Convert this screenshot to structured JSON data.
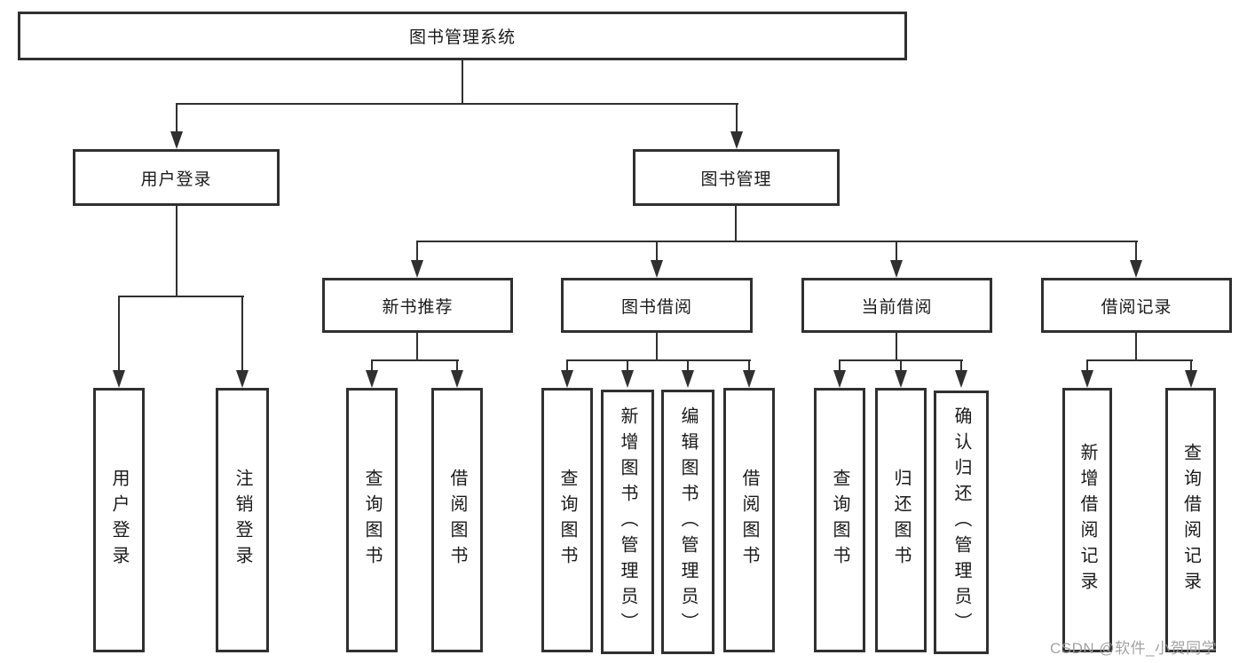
{
  "tree": {
    "root": {
      "label": "图书管理系统"
    },
    "branches": [
      {
        "label": "用户登录",
        "children": [
          {
            "label": "用户登录"
          },
          {
            "label": "注销登录"
          }
        ]
      },
      {
        "label": "图书管理",
        "children": [
          {
            "label": "新书推荐",
            "children": [
              {
                "label": "查询图书"
              },
              {
                "label": "借阅图书"
              }
            ]
          },
          {
            "label": "图书借阅",
            "children": [
              {
                "label": "查询图书"
              },
              {
                "label": "新增图书（管理员）"
              },
              {
                "label": "编辑图书（管理员）"
              },
              {
                "label": "借阅图书"
              }
            ]
          },
          {
            "label": "当前借阅",
            "children": [
              {
                "label": "查询图书"
              },
              {
                "label": "归还图书"
              },
              {
                "label": "确认归还（管理员）"
              }
            ]
          },
          {
            "label": "借阅记录",
            "children": [
              {
                "label": "新增借阅记录"
              },
              {
                "label": "查询借阅记录"
              }
            ]
          }
        ]
      }
    ]
  },
  "watermark": {
    "text": "CSDN @软件_小贺同学"
  },
  "colors": {
    "line": "#303030",
    "text": "#1a1a1a",
    "watermark": "#9c9c9c",
    "background": "#ffffff"
  }
}
